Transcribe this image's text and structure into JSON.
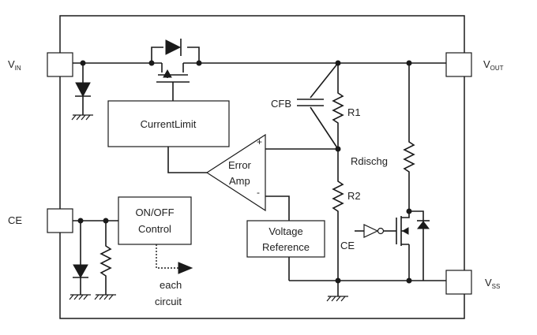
{
  "pins": {
    "vin": {
      "main": "V",
      "sub": "IN"
    },
    "vout": {
      "main": "V",
      "sub": "OUT"
    },
    "vss": {
      "main": "V",
      "sub": "SS"
    },
    "ce": "CE"
  },
  "blocks": {
    "current_limit": "CurrentLimit",
    "error_amp_line1": "Error",
    "error_amp_line2": "Amp",
    "onoff_line1": "ON/OFF",
    "onoff_line2": "Control",
    "vref_line1": "Voltage",
    "vref_line2": "Reference"
  },
  "components": {
    "cfb": "CFB",
    "r1": "R1",
    "r2": "R2",
    "rdischg": "Rdischg",
    "ce_inverter": "CE"
  },
  "amp_inputs": {
    "plus": "+",
    "minus": "-"
  },
  "annotations": {
    "each_line1": "each",
    "each_line2": "circuit"
  }
}
